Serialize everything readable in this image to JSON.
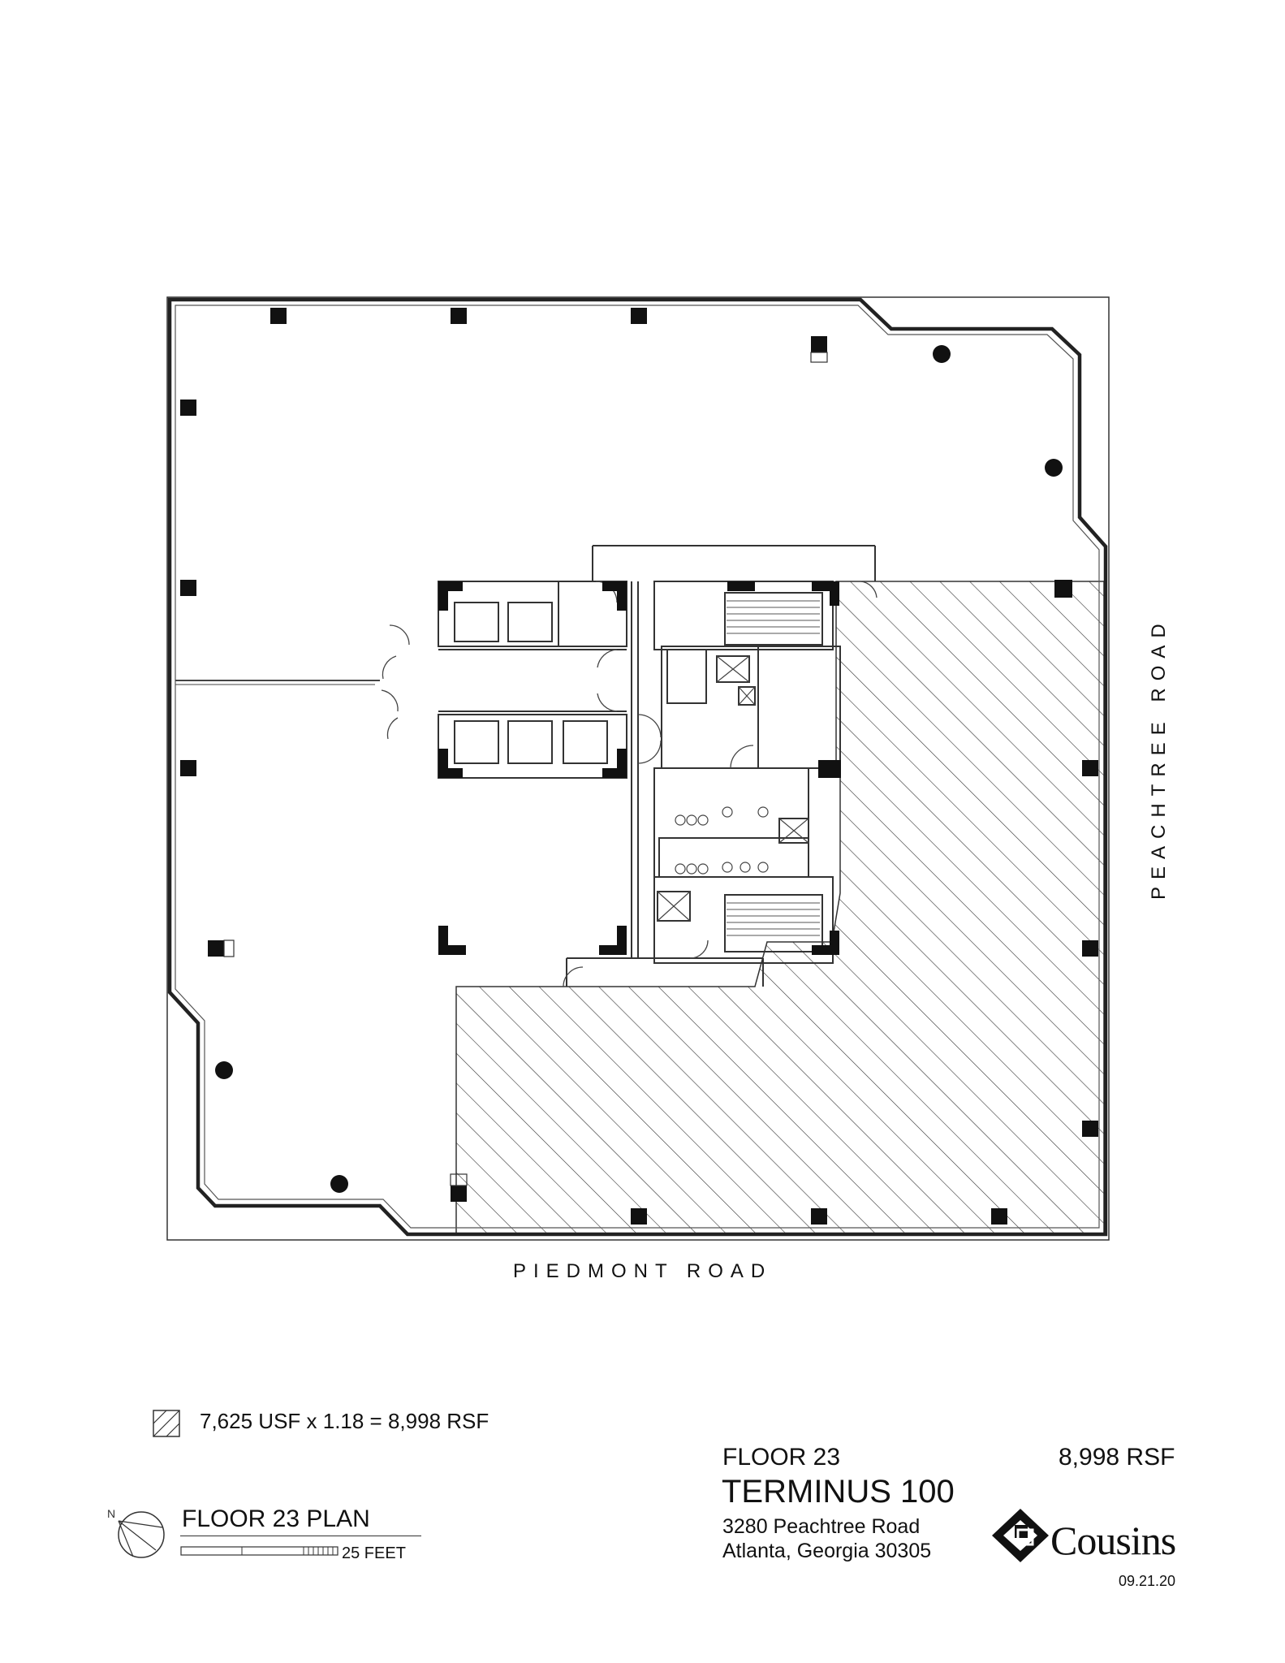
{
  "streets": {
    "right": "PEACHTREE ROAD",
    "bottom": "PIEDMONT ROAD"
  },
  "legend": {
    "text": "7,625 USF x 1.18 = 8,998 RSF"
  },
  "plan_label": {
    "title": "FLOOR 23 PLAN",
    "scale": "25 FEET",
    "north": "N"
  },
  "title_block": {
    "floor": "FLOOR 23",
    "building": "TERMINUS 100",
    "address_line1": "3280 Peachtree Road",
    "address_line2": "Atlanta, Georgia 30305",
    "rsf": "8,998 RSF",
    "company": "Cousins",
    "date": "09.21.20"
  }
}
